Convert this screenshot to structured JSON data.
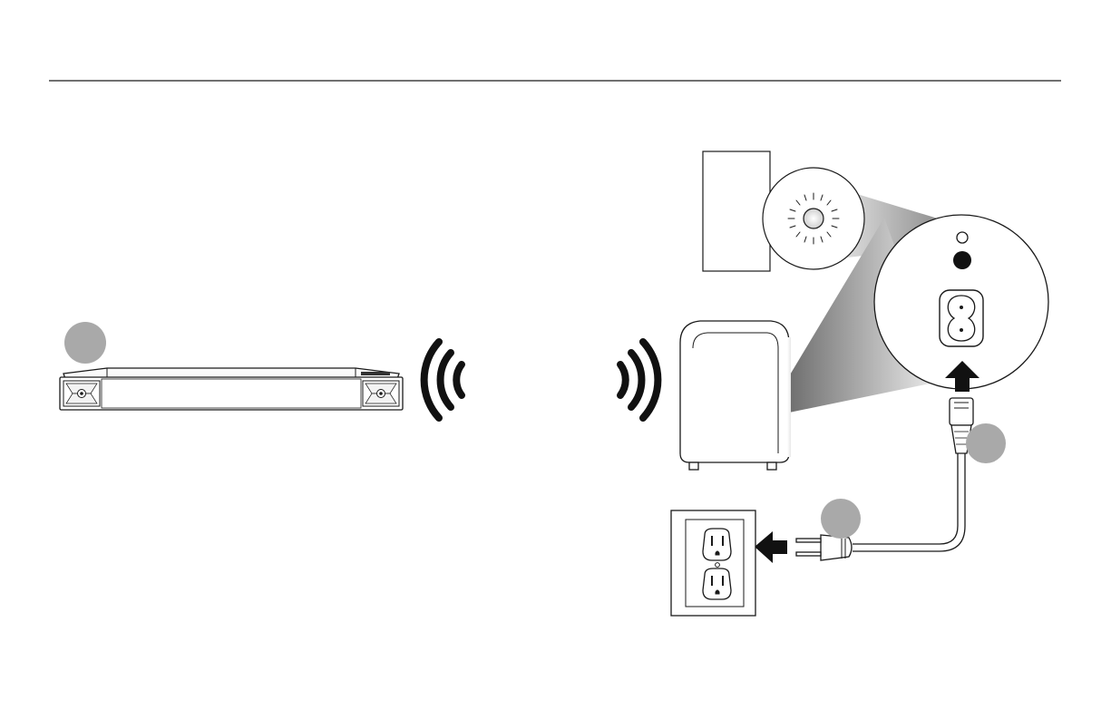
{
  "diagram": {
    "kind": "setup-illustration",
    "colors": {
      "line": "#1a1a1a",
      "fill": "#ffffff",
      "step_badge": "#a9a9a9",
      "beam_dark": "#8a8a8a",
      "beam_light": "#f2f2f2",
      "button": "#111111"
    },
    "elements": [
      {
        "name": "soundbar",
        "icon": "soundbar-icon"
      },
      {
        "name": "wireless-signal",
        "icon": "wireless-waves-icon"
      },
      {
        "name": "subwoofer",
        "icon": "subwoofer-icon"
      },
      {
        "name": "status-led",
        "icon": "led-glow-icon"
      },
      {
        "name": "pair-button",
        "icon": "button-icon"
      },
      {
        "name": "power-inlet",
        "icon": "figure-8-inlet-icon"
      },
      {
        "name": "power-cord",
        "icon": "power-plug-icon"
      },
      {
        "name": "wall-outlet",
        "icon": "outlet-icon"
      }
    ],
    "step_badges": [
      {
        "name": "step-badge-soundbar",
        "label": ""
      },
      {
        "name": "step-badge-cord",
        "label": ""
      },
      {
        "name": "step-badge-outlet",
        "label": ""
      }
    ]
  }
}
